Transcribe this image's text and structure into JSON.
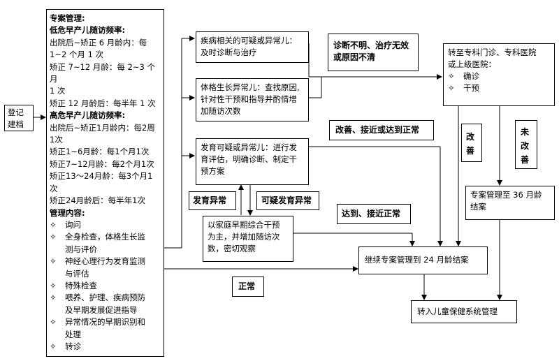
{
  "register": {
    "line1": "登记",
    "line2": "建档"
  },
  "main": {
    "title": "专案管理:",
    "low_title": "低危早产儿随访频率:",
    "low_lines": [
      "出院后~矫正 6 月龄内：每",
      "1~2 个月 1 次",
      "矫正 7~12 月龄：每 2~3 个月",
      "1 次",
      "矫正 12 月龄后：每半年 1 次"
    ],
    "high_title": "高危早产儿随访频率:",
    "high_lines": [
      "出院后~矫正1月龄内：每2周",
      "1次",
      "矫正1~6月龄：每1个月1次",
      "矫正7~12月龄：每2个月1次",
      "矫正13～24月龄：每3个月1",
      "次",
      "矫正24月龄后：每半年1次"
    ],
    "content_title": "管理内容:",
    "bullet_symbol": "✧",
    "bullets": [
      [
        "询问"
      ],
      [
        "全身检查，体格生长监",
        "测与评价"
      ],
      [
        "神经心理行为发育监测",
        "与评估"
      ],
      [
        "特殊检查"
      ],
      [
        "喂养、护理、疾病预防",
        "及早期发展促进指导"
      ],
      [
        "异常情况的早期识别和",
        "处理"
      ],
      [
        "转诊"
      ]
    ]
  },
  "disease": [
    "疾病相关的可疑或异常儿：",
    "及时诊断与治疗"
  ],
  "growth": [
    "体格生长异常儿：查找原因,",
    "针对性干预和指导并酌情增",
    "加随访次数"
  ],
  "dev": [
    "发育可疑或异常儿：进行发",
    "育评估，明确诊断、制定干",
    "预方案"
  ],
  "family": [
    "以家庭早期综合干预",
    "为主，并增加随访次",
    "数，密切观察"
  ],
  "referral": {
    "lines": [
      "转至专科门诊、专科医院",
      "或上级医院："
    ],
    "items": [
      "确诊",
      "干预"
    ],
    "bullet_symbol": "✧"
  },
  "case36": [
    "专案管理至 36 月龄",
    "结案"
  ],
  "case24": "继续专案管理到 24 月龄结案",
  "final": "转入儿童保健系统管理",
  "labels": {
    "unclear": [
      "诊断不明、治疗无效",
      "或原因不清"
    ],
    "improved_near": "改善、接近或达到正常",
    "improve_v": "改善",
    "not_improve_v": "未改善",
    "dev_abnormal": "发育异常",
    "suspect_abnormal": "可疑发育异常",
    "reach_normal": "达到、接近正常",
    "normal": "正常"
  }
}
